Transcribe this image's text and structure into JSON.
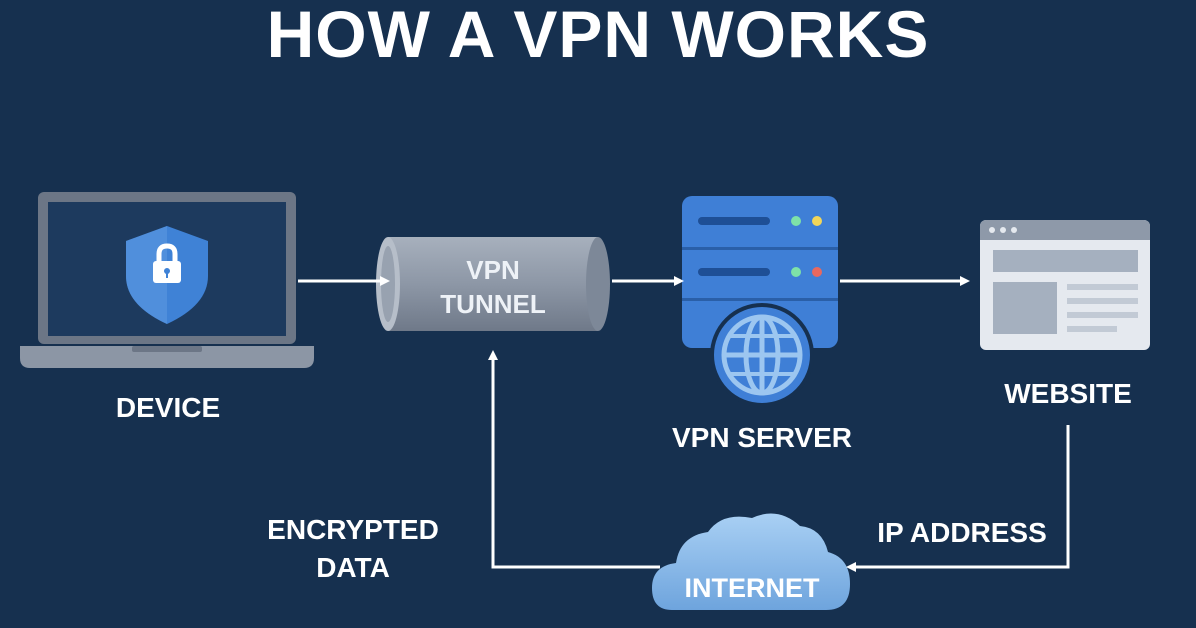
{
  "title": "HOW A VPN WORKS",
  "nodes": {
    "device": "DEVICE",
    "tunnel_line1": "VPN",
    "tunnel_line2": "TUNNEL",
    "vpn_server": "VPN SERVER",
    "website": "WEBSITE",
    "internet": "INTERNET"
  },
  "edge_labels": {
    "encrypted_line1": "ENCRYPTED",
    "encrypted_line2": "DATA",
    "ip_address": "IP ADDRESS"
  },
  "colors": {
    "background": "#16304f",
    "accent_blue": "#3f7fd6",
    "light_blue": "#7fb3e8",
    "tunnel_gray": "#8a94a3",
    "arrow": "#ffffff"
  },
  "icons": [
    "laptop-icon",
    "shield-lock-icon",
    "server-icon",
    "globe-icon",
    "browser-window-icon",
    "cloud-icon"
  ]
}
